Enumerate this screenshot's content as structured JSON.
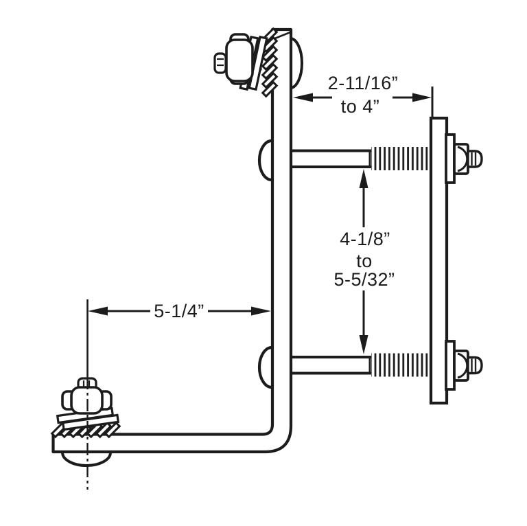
{
  "diagram": {
    "background": "#ffffff",
    "ink": "#1c1c1c",
    "labels": {
      "top_dim_line1": "2-11/16”",
      "top_dim_line2": "to 4”",
      "mid_dim_line1": "4-1/8”",
      "mid_dim_line2": "to",
      "mid_dim_line3": "5-5/32”",
      "left_dim": "5-1/4”"
    }
  }
}
